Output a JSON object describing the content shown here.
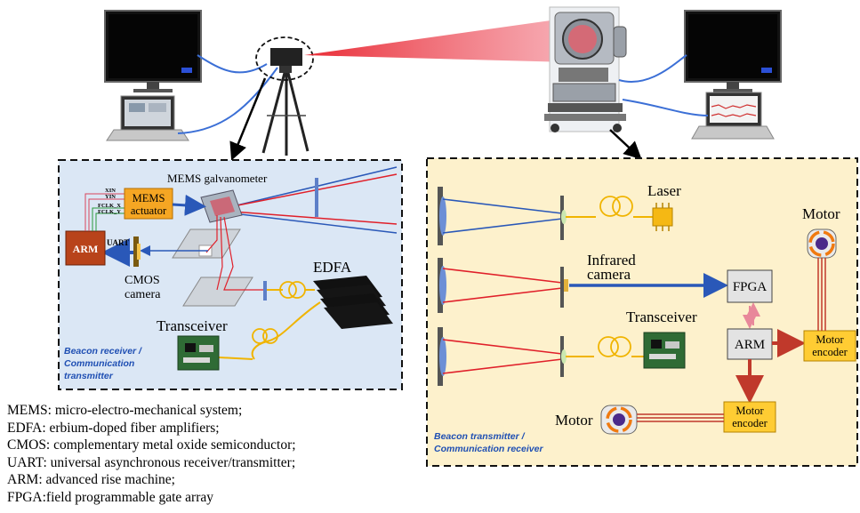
{
  "left_panel": {
    "mems_galvanometer": "MEMS galvanometer",
    "mems_actuator_line1": "MEMS",
    "mems_actuator_line2": "actuator",
    "signal_xin": "XIN",
    "signal_yin": "YIN",
    "signal_fclkx": "FCLK_X",
    "signal_fclky": "FCLK_Y",
    "arm": "ARM",
    "uart": "UART",
    "cmos_line1": "CMOS",
    "cmos_line2": "camera",
    "edfa": "EDFA",
    "transceiver": "Transceiver",
    "role_line1": "Beacon receiver /",
    "role_line2": "Communication",
    "role_line3": "transmitter"
  },
  "right_panel": {
    "laser": "Laser",
    "infrared_line1": "Infrared",
    "infrared_line2": "camera",
    "fpga": "FPGA",
    "transceiver": "Transceiver",
    "arm": "ARM",
    "motor_top": "Motor",
    "motor_bottom": "Motor",
    "encoder_line1": "Motor",
    "encoder_line2": "encoder",
    "role_line1": "Beacon transmitter /",
    "role_line2": "Communication receiver"
  },
  "legend": [
    "MEMS: micro-electro-mechanical system;",
    "EDFA: erbium-doped fiber amplifiers;",
    "CMOS: complementary metal oxide semiconductor;",
    "UART: universal asynchronous receiver/transmitter;",
    "ARM: advanced rise machine;",
    "FPGA:field programmable gate array"
  ],
  "colors": {
    "left_panel_bg": "#dbe7f5",
    "right_panel_bg": "#fdf1cc",
    "actuator_box": "#f5a623",
    "arm_box": "#b8431a",
    "beam_red": "#e0202a",
    "beam_blue": "#2a58b8",
    "fiber_yellow": "#f0b400",
    "encoder_box": "#ffcc33"
  }
}
